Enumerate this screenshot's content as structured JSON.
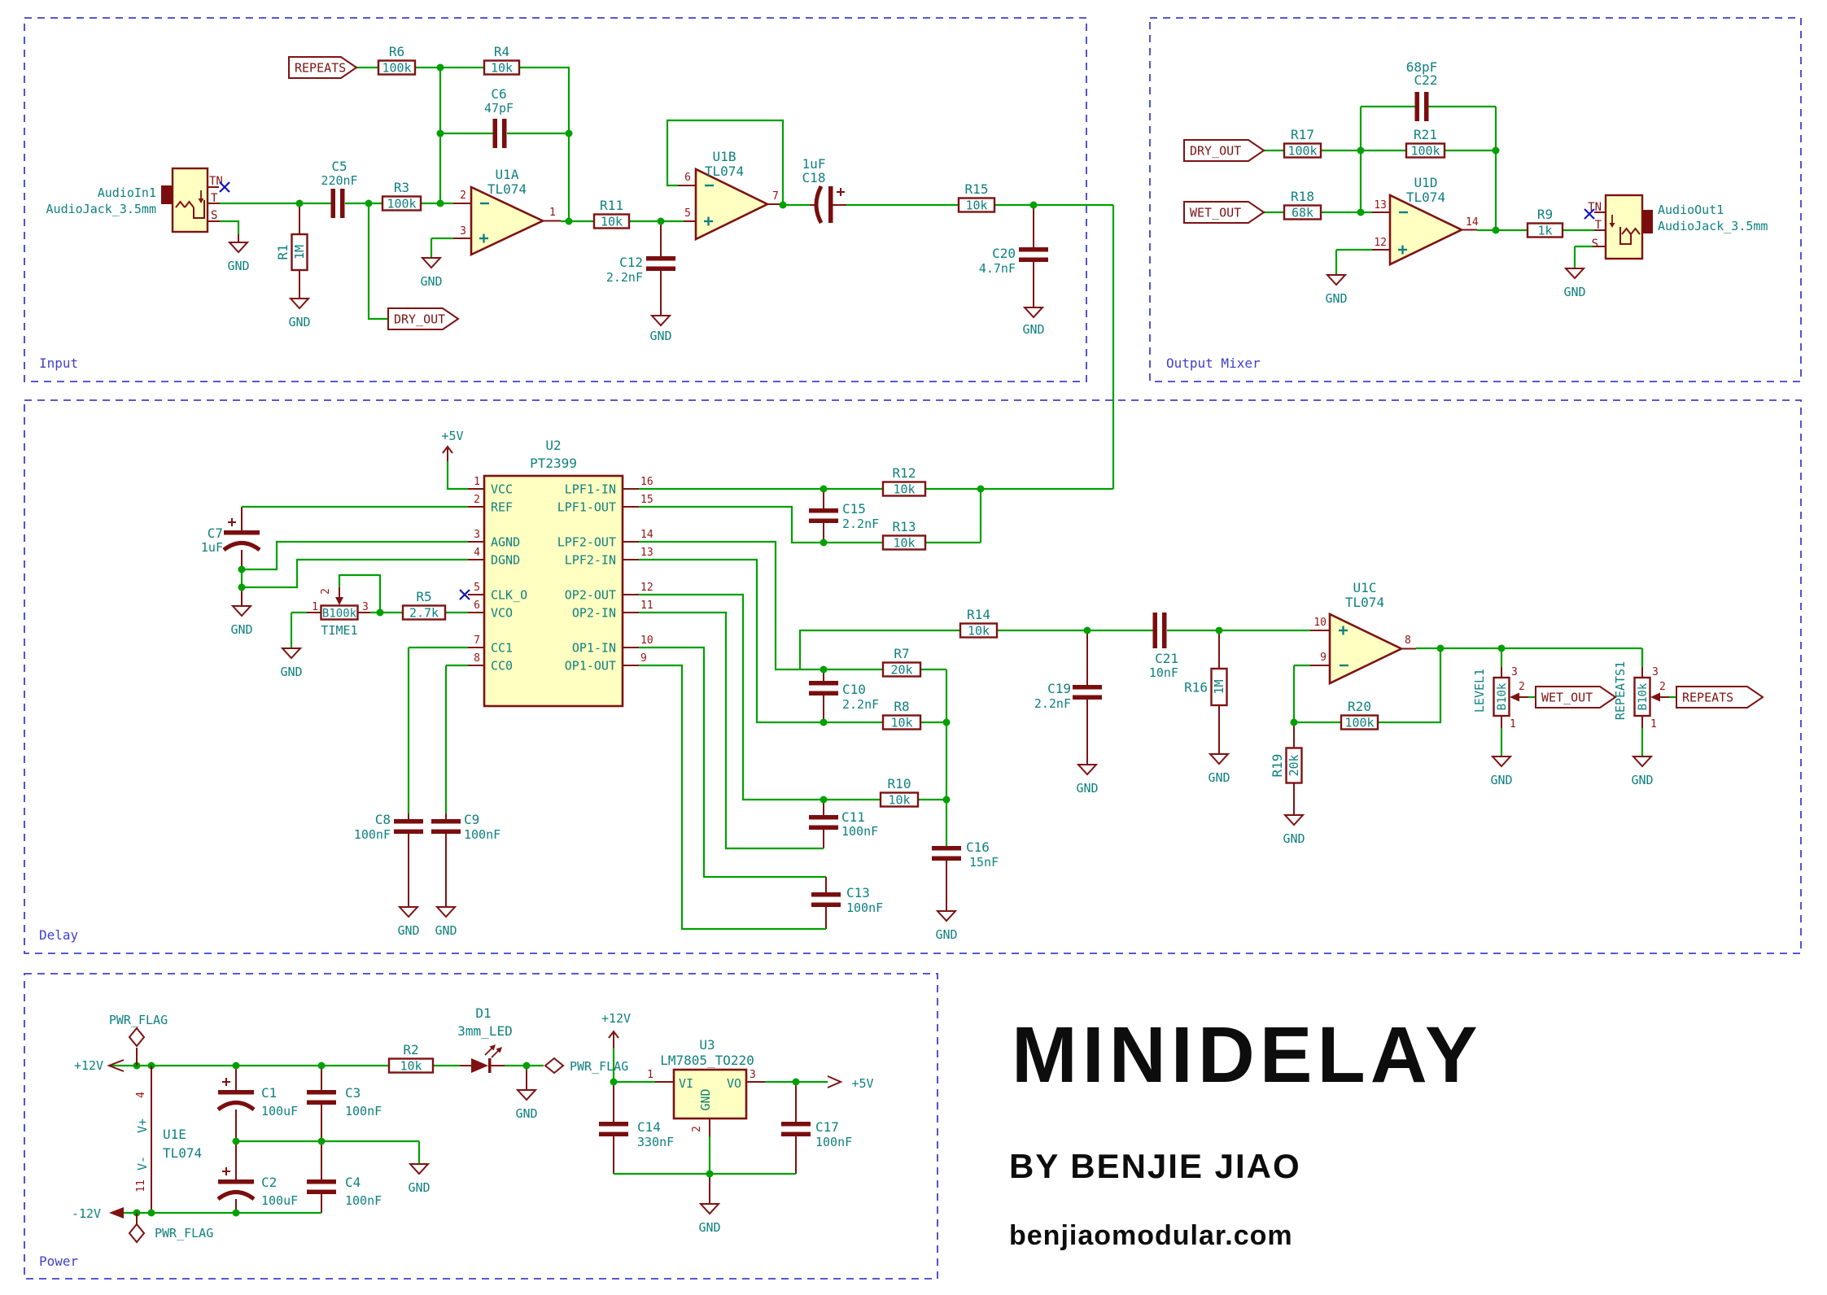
{
  "colors": {
    "wire": "#00A000",
    "symbol": "#7E1212",
    "plate": "#7A0E0E",
    "field": "#0F8080",
    "pin_number": "#9A1212",
    "section": "#4040CC",
    "noconnect": "#1414B4",
    "body_fill": "#FFFFC2",
    "title": "#0D0D0D",
    "background": "#FFFFFF"
  },
  "sections": {
    "input": "Input",
    "output_mixer": "Output Mixer",
    "delay": "Delay",
    "power": "Power"
  },
  "title_block": {
    "title": "MINIDELAY",
    "byline": "BY BENJIE JIAO",
    "website": "benjiaomodular.com"
  },
  "nets": {
    "gnd": "GND",
    "p12": "+12V",
    "n12": "-12V",
    "p5": "+5V",
    "pwr_flag": "PWR_FLAG"
  },
  "hier": {
    "repeats": "REPEATS",
    "dry_out": "DRY_OUT",
    "wet_out": "WET_OUT"
  },
  "jacks": {
    "in": {
      "ref": "AudioIn1",
      "value": "AudioJack_3.5mm"
    },
    "out": {
      "ref": "AudioOut1",
      "value": "AudioJack_3.5mm"
    },
    "pins": {
      "tn": "TN",
      "t": "T",
      "s": "S"
    }
  },
  "opamps": {
    "u1a": {
      "ref": "U1A",
      "value": "TL074",
      "minus": "2",
      "plus": "3",
      "out": "1"
    },
    "u1b": {
      "ref": "U1B",
      "value": "TL074",
      "minus": "6",
      "plus": "5",
      "out": "7"
    },
    "u1c": {
      "ref": "U1C",
      "value": "TL074",
      "minus": "9",
      "plus": "10",
      "out": "8"
    },
    "u1d": {
      "ref": "U1D",
      "value": "TL074",
      "minus": "13",
      "plus": "12",
      "out": "14"
    }
  },
  "r": {
    "R1": {
      "ref": "R1",
      "value": "1M"
    },
    "R2": {
      "ref": "R2",
      "value": "10k"
    },
    "R3": {
      "ref": "R3",
      "value": "100k"
    },
    "R4": {
      "ref": "R4",
      "value": "10k"
    },
    "R5": {
      "ref": "R5",
      "value": "2.7k"
    },
    "R6": {
      "ref": "R6",
      "value": "100k"
    },
    "R7": {
      "ref": "R7",
      "value": "20k"
    },
    "R8": {
      "ref": "R8",
      "value": "10k"
    },
    "R9": {
      "ref": "R9",
      "value": "1k"
    },
    "R10": {
      "ref": "R10",
      "value": "10k"
    },
    "R11": {
      "ref": "R11",
      "value": "10k"
    },
    "R12": {
      "ref": "R12",
      "value": "10k"
    },
    "R13": {
      "ref": "R13",
      "value": "10k"
    },
    "R14": {
      "ref": "R14",
      "value": "10k"
    },
    "R15": {
      "ref": "R15",
      "value": "10k"
    },
    "R16": {
      "ref": "R16",
      "value": "1M"
    },
    "R17": {
      "ref": "R17",
      "value": "100k"
    },
    "R18": {
      "ref": "R18",
      "value": "68k"
    },
    "R19": {
      "ref": "R19",
      "value": "20k"
    },
    "R20": {
      "ref": "R20",
      "value": "100k"
    },
    "R21": {
      "ref": "R21",
      "value": "100k"
    }
  },
  "c": {
    "C1": {
      "ref": "C1",
      "value": "100uF"
    },
    "C2": {
      "ref": "C2",
      "value": "100uF"
    },
    "C3": {
      "ref": "C3",
      "value": "100nF"
    },
    "C4": {
      "ref": "C4",
      "value": "100nF"
    },
    "C5": {
      "ref": "C5",
      "value": "220nF"
    },
    "C6": {
      "ref": "C6",
      "value": "47pF"
    },
    "C7": {
      "ref": "C7",
      "value": "1uF"
    },
    "C8": {
      "ref": "C8",
      "value": "100nF"
    },
    "C9": {
      "ref": "C9",
      "value": "100nF"
    },
    "C10": {
      "ref": "C10",
      "value": "2.2nF"
    },
    "C11": {
      "ref": "C11",
      "value": "100nF"
    },
    "C12": {
      "ref": "C12",
      "value": "2.2nF"
    },
    "C13": {
      "ref": "C13",
      "value": "100nF"
    },
    "C14": {
      "ref": "C14",
      "value": "330nF"
    },
    "C15": {
      "ref": "C15",
      "value": "2.2nF"
    },
    "C16": {
      "ref": "C16",
      "value": "15nF"
    },
    "C17": {
      "ref": "C17",
      "value": "100nF"
    },
    "C18": {
      "ref": "C18",
      "value": "1uF"
    },
    "C19": {
      "ref": "C19",
      "value": "2.2nF"
    },
    "C20": {
      "ref": "C20",
      "value": "4.7nF"
    },
    "C21": {
      "ref": "C21",
      "value": "10nF"
    },
    "C22": {
      "ref": "C22",
      "value": "68pF"
    }
  },
  "pots": {
    "TIME1": {
      "ref": "TIME1",
      "value": "B100k",
      "p1": "1",
      "p2": "2",
      "p3": "3"
    },
    "LEVEL1": {
      "ref": "LEVEL1",
      "value": "B10k",
      "p1": "1",
      "p2": "2",
      "p3": "3"
    },
    "REPEATS1": {
      "ref": "REPEATS1",
      "value": "B10k",
      "p1": "1",
      "p2": "2",
      "p3": "3"
    }
  },
  "d": {
    "D1": {
      "ref": "D1",
      "value": "3mm_LED"
    }
  },
  "u2": {
    "ref": "U2",
    "value": "PT2399",
    "left": [
      [
        "1",
        "VCC"
      ],
      [
        "2",
        "REF"
      ],
      [
        "3",
        "AGND"
      ],
      [
        "4",
        "DGND"
      ],
      [
        "5",
        "CLK_O"
      ],
      [
        "6",
        "VCO"
      ],
      [
        "7",
        "CC1"
      ],
      [
        "8",
        "CC0"
      ]
    ],
    "right": [
      [
        "16",
        "LPF1-IN"
      ],
      [
        "15",
        "LPF1-OUT"
      ],
      [
        "14",
        "LPF2-OUT"
      ],
      [
        "13",
        "LPF2-IN"
      ],
      [
        "12",
        "OP2-OUT"
      ],
      [
        "11",
        "OP2-IN"
      ],
      [
        "10",
        "OP1-IN"
      ],
      [
        "9",
        "OP1-OUT"
      ]
    ]
  },
  "u1e": {
    "ref": "U1E",
    "value": "TL074",
    "vplus": "V+",
    "vminus": "V-",
    "pin_vplus": "4",
    "pin_vminus": "11"
  },
  "u3": {
    "ref": "U3",
    "value": "LM7805_TO220",
    "vi": "VI",
    "vo": "VO",
    "gnd": "GND",
    "p1": "1",
    "p2": "2",
    "p3": "3"
  }
}
